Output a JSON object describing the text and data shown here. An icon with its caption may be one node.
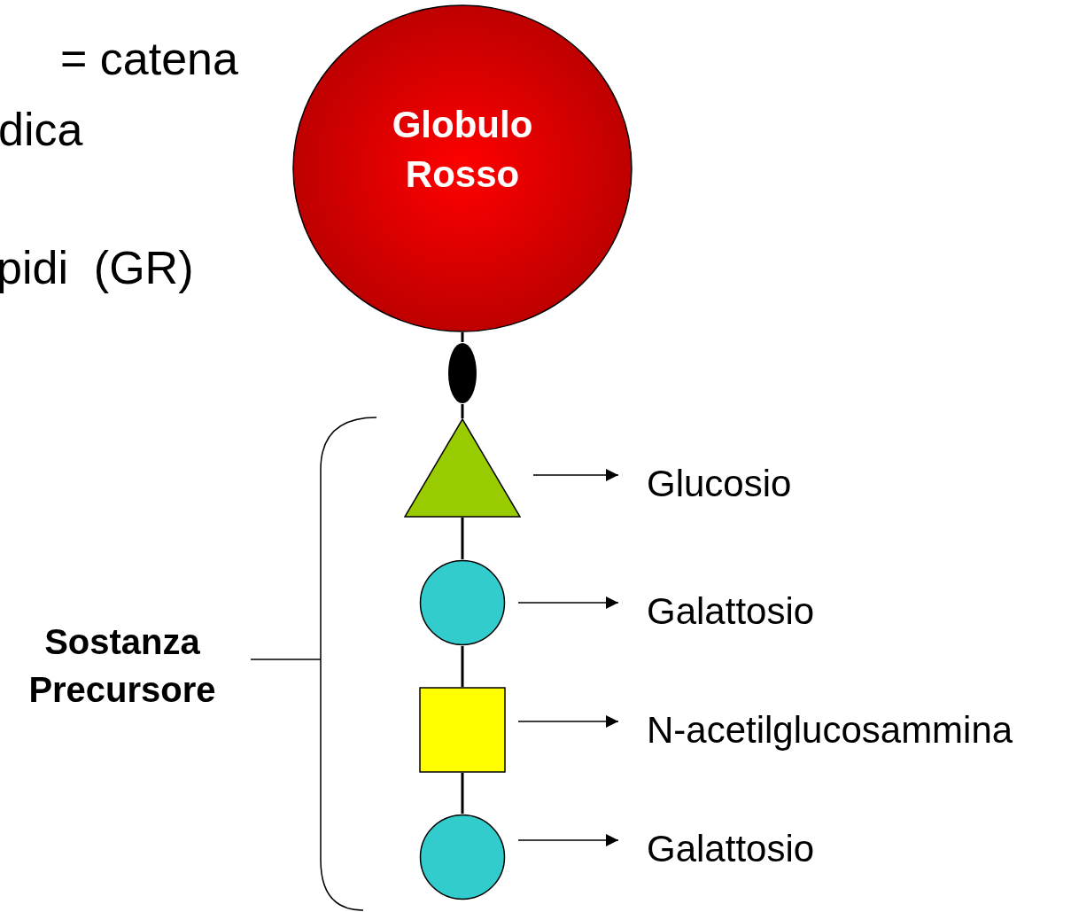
{
  "diagram": {
    "nodes": [
      {
        "text": [
          "Globulo Rosso"
        ]
      },
      {
        "text": [],
        "shape": "oval"
      },
      {
        "text": [],
        "shape": "triangle"
      },
      {
        "text": [],
        "shape": "circle"
      },
      {
        "text": [],
        "shape": "box"
      },
      {
        "text": [],
        "shape": "circle"
      },
      {
        "text": [
          "Glucosio"
        ]
      },
      {
        "text": [
          "Galattosio"
        ]
      },
      {
        "text": [
          "N-acetilglucosammina"
        ]
      },
      {
        "text": [
          "Galattosio"
        ]
      }
    ],
    "edges": [
      {
        "from": 0,
        "to": 1,
        "arrow": "none"
      },
      {
        "from": 1,
        "to": 2,
        "arrow": "none"
      },
      {
        "from": 2,
        "to": 3,
        "arrow": "none"
      },
      {
        "from": 3,
        "to": 4,
        "arrow": "none"
      },
      {
        "from": 4,
        "to": 5,
        "arrow": "none"
      },
      {
        "from": 2,
        "to": 6,
        "arrow": "to"
      },
      {
        "from": 3,
        "to": 7,
        "arrow": "to"
      },
      {
        "from": 4,
        "to": 8,
        "arrow": "to"
      },
      {
        "from": 5,
        "to": 9,
        "arrow": "to"
      }
    ],
    "labels": [
      "= catena",
      "dica",
      "pidi  (GR)",
      "Sostanza Precursore"
    ]
  }
}
